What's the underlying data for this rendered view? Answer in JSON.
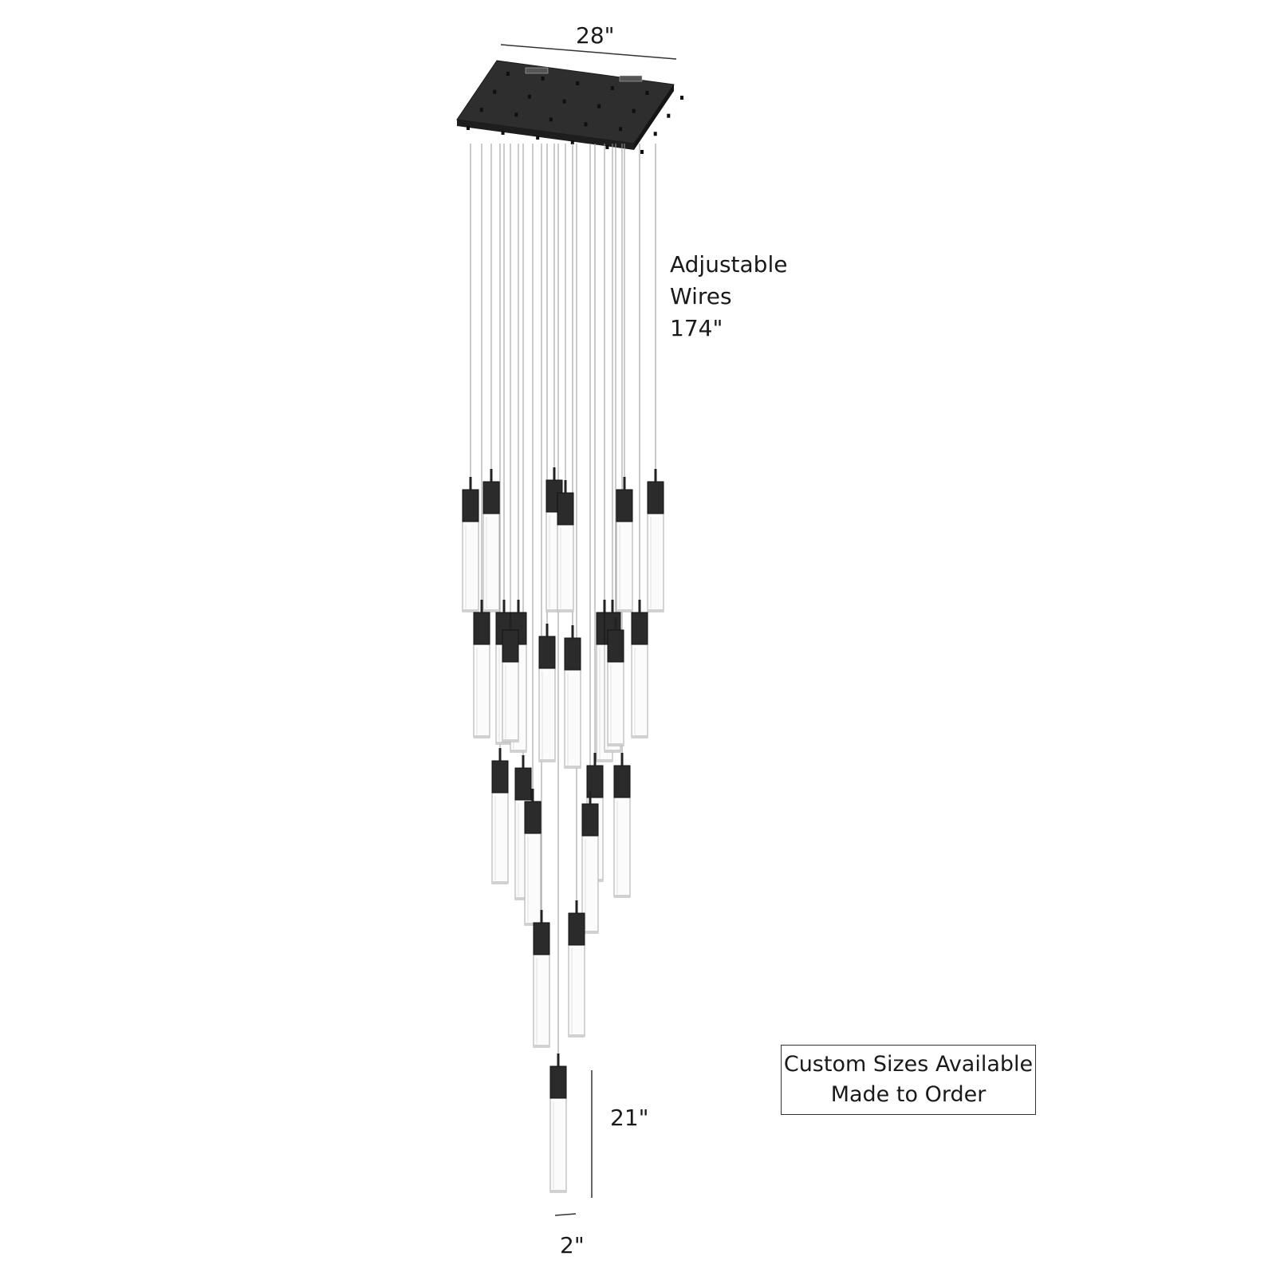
{
  "dimensions": {
    "canopy_width": "28\"",
    "wires_line1": "Adjustable",
    "wires_line2": "Wires",
    "wires_length": "174\"",
    "pendant_length": "21\"",
    "pendant_width": "2\""
  },
  "notice": {
    "line1": "Custom Sizes Available",
    "line2": "Made to Order"
  },
  "colors": {
    "metal": "#2b2b2b",
    "glass_edge": "#b8b8b8",
    "wire": "#9a9a9a",
    "line": "#333333"
  }
}
